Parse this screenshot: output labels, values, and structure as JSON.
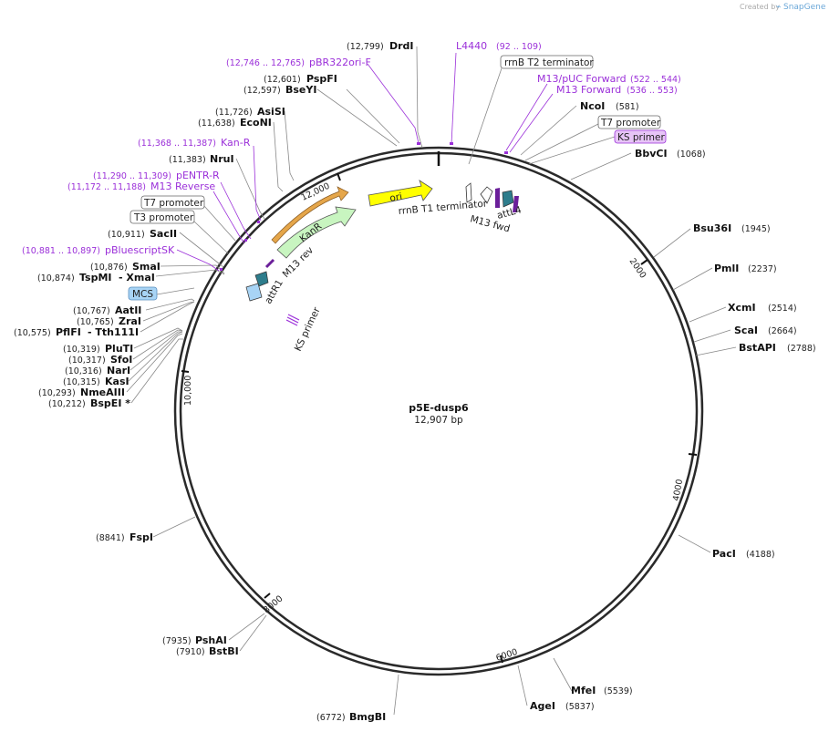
{
  "credit": {
    "prefix": "Created by",
    "brand": "SnapGene"
  },
  "plasmid": {
    "name": "p5E-dusp6",
    "length_label": "12,907 bp"
  },
  "ticks": [
    "2000",
    "4000",
    "6000",
    "8000",
    "10,000",
    "12,000"
  ],
  "sites": [
    {
      "name": "DrdI",
      "pos": "(12,799)"
    },
    {
      "name": "PspFI",
      "pos": "(12,601)"
    },
    {
      "name": "BseYI",
      "pos": "(12,597)"
    },
    {
      "name": "AsiSI",
      "pos": "(11,726)"
    },
    {
      "name": "EcoNI",
      "pos": "(11,638)"
    },
    {
      "name": "NruI",
      "pos": "(11,383)"
    },
    {
      "name": "SacII",
      "pos": "(10,911)"
    },
    {
      "name": "SmaI",
      "pos": "(10,876)"
    },
    {
      "name": "TspMI",
      "pos": "(10,874)"
    },
    {
      "name": "- XmaI",
      "pos": ""
    },
    {
      "name": "AatII",
      "pos": "(10,767)"
    },
    {
      "name": "ZraI",
      "pos": "(10,765)"
    },
    {
      "name": "PflFI",
      "pos": "(10,575)"
    },
    {
      "name": "- Tth111I",
      "pos": ""
    },
    {
      "name": "PluTI",
      "pos": "(10,319)"
    },
    {
      "name": "SfoI",
      "pos": "(10,317)"
    },
    {
      "name": "NarI",
      "pos": "(10,316)"
    },
    {
      "name": "KasI",
      "pos": "(10,315)"
    },
    {
      "name": "NmeAIII",
      "pos": "(10,293)"
    },
    {
      "name": "BspEI *",
      "pos": "(10,212)"
    },
    {
      "name": "FspI",
      "pos": "(8841)"
    },
    {
      "name": "PshAI",
      "pos": "(7935)"
    },
    {
      "name": "BstBI",
      "pos": "(7910)"
    },
    {
      "name": "BmgBI",
      "pos": "(6772)"
    },
    {
      "name": "AgeI",
      "pos": "(5837)"
    },
    {
      "name": "MfeI",
      "pos": "(5539)"
    },
    {
      "name": "PacI",
      "pos": "(4188)"
    },
    {
      "name": "BstAPI",
      "pos": "(2788)"
    },
    {
      "name": "ScaI",
      "pos": "(2664)"
    },
    {
      "name": "XcmI",
      "pos": "(2514)"
    },
    {
      "name": "PmlI",
      "pos": "(2237)"
    },
    {
      "name": "Bsu36I",
      "pos": "(1945)"
    },
    {
      "name": "BbvCI",
      "pos": "(1068)"
    },
    {
      "name": "NcoI",
      "pos": "(581)"
    }
  ],
  "primers": [
    {
      "name": "pBR322ori-F",
      "pos": "(12,746 .. 12,765)"
    },
    {
      "name": "Kan-R",
      "pos": "(11,368 .. 11,387)"
    },
    {
      "name": "pENTR-R",
      "pos": "(11,290 .. 11,309)"
    },
    {
      "name": "M13 Reverse",
      "pos": "(11,172 .. 11,188)"
    },
    {
      "name": "pBluescriptSK",
      "pos": "(10,881 .. 10,897)"
    },
    {
      "name": "L4440",
      "pos": "(92 .. 109)"
    },
    {
      "name": "M13/pUC Forward",
      "pos": "(522 .. 544)"
    },
    {
      "name": "M13 Forward",
      "pos": "(536 .. 553)"
    }
  ],
  "boxed_labels": {
    "t7_left": "T7 promoter",
    "t3_left": "T3 promoter",
    "mcs": "MCS",
    "rrnb_t2": "rrnB T2 terminator",
    "t7_right": "T7 promoter",
    "ks_right": "KS primer"
  },
  "features": {
    "ori": "ori",
    "kanr": "KanR",
    "m13_rev": "M13 rev",
    "attr1": "attR1",
    "ks_primer": "KS primer",
    "rrnb_t1": "rrnB T1 terminator",
    "m13_fwd": "M13 fwd",
    "attl4": "attL4"
  },
  "colors": {
    "backbone": "#2a2a2a",
    "primer": "#9b30d9",
    "ori_fill": "#ffff00",
    "kanr_fill": "#c8f5c0",
    "att_fill": "#2e7d8c",
    "mcs_fill": "#a8d4f5",
    "ks_box_fill": "#e7c4f7",
    "orange_arrow": "#e5a64a"
  }
}
